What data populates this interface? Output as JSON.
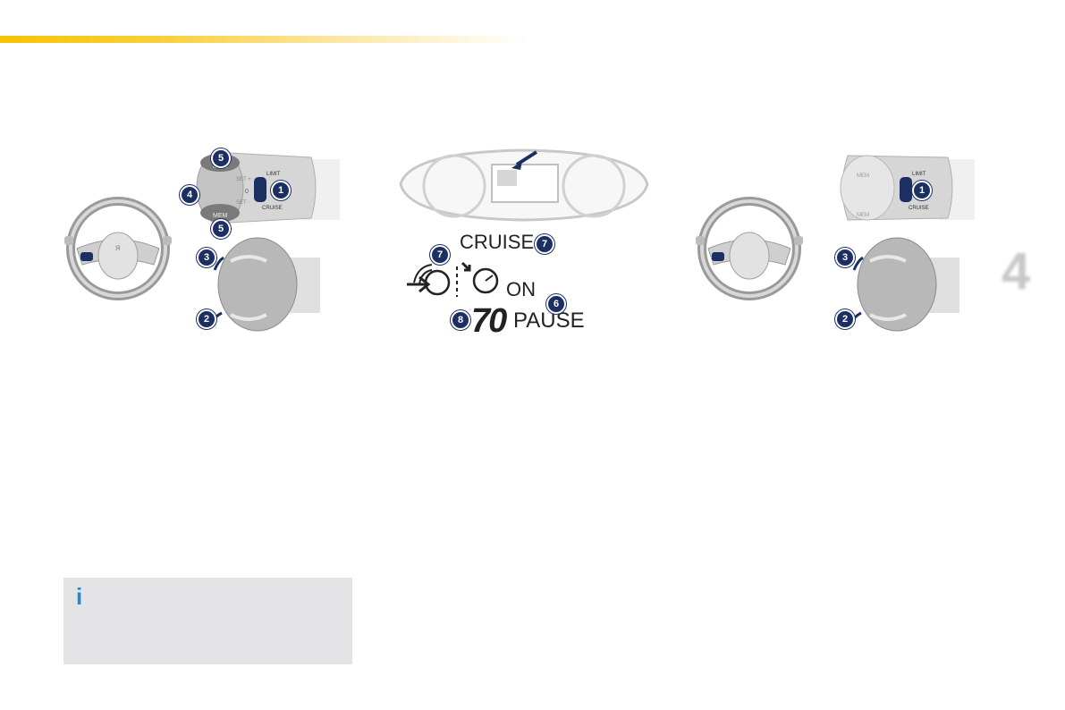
{
  "page": {
    "accent_color": "#f7c300",
    "chapter_number": "4"
  },
  "stalk_labels": {
    "mem": "MEM",
    "limit": "LIMIT",
    "cruise": "CRUISE",
    "set_plus": "SET +",
    "set_minus": "SET -",
    "zero": "0"
  },
  "display": {
    "mode_label": "CRUISE",
    "status_on": "ON",
    "status_pause": "PAUSE",
    "speed_value": "70"
  },
  "callouts": {
    "c1": "1",
    "c2": "2",
    "c3": "3",
    "c4": "4",
    "c5": "5",
    "c6": "6",
    "c7": "7",
    "c8": "8"
  },
  "info_box": {
    "icon": "i",
    "icon_name": "info-icon",
    "background": "#e4e4e6"
  }
}
